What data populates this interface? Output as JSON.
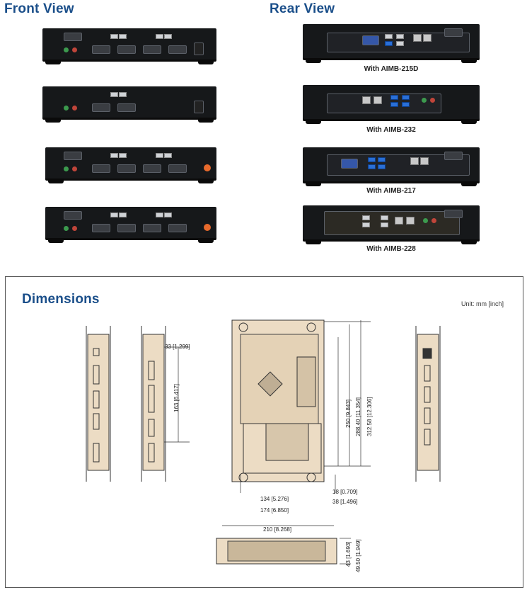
{
  "headings": {
    "front": "Front View",
    "rear": "Rear View",
    "dimensions": "Dimensions"
  },
  "captions": [
    "With AIMB-215D",
    "With AIMB-232",
    "With AIMB-217",
    "With AIMB-228"
  ],
  "unit_label": "Unit: mm [inch]",
  "dims": {
    "d33": "33 [1.299]",
    "d163": "163 [6.417]",
    "d250": "250 [9.843]",
    "d288": "288.40 [11.354]",
    "d312": "312.58 [12.306]",
    "d18": "18 [0.709]",
    "d134": "134 [5.276]",
    "d38": "38 [1.496]",
    "d174": "174 [6.850]",
    "d210": "210 [8.268]",
    "d43": "43 [1.693]",
    "d495": "49.50 [1.949]"
  },
  "colors": {
    "heading": "#1b4f8a",
    "plate": "#ecdcc4",
    "device": "#16181a"
  }
}
